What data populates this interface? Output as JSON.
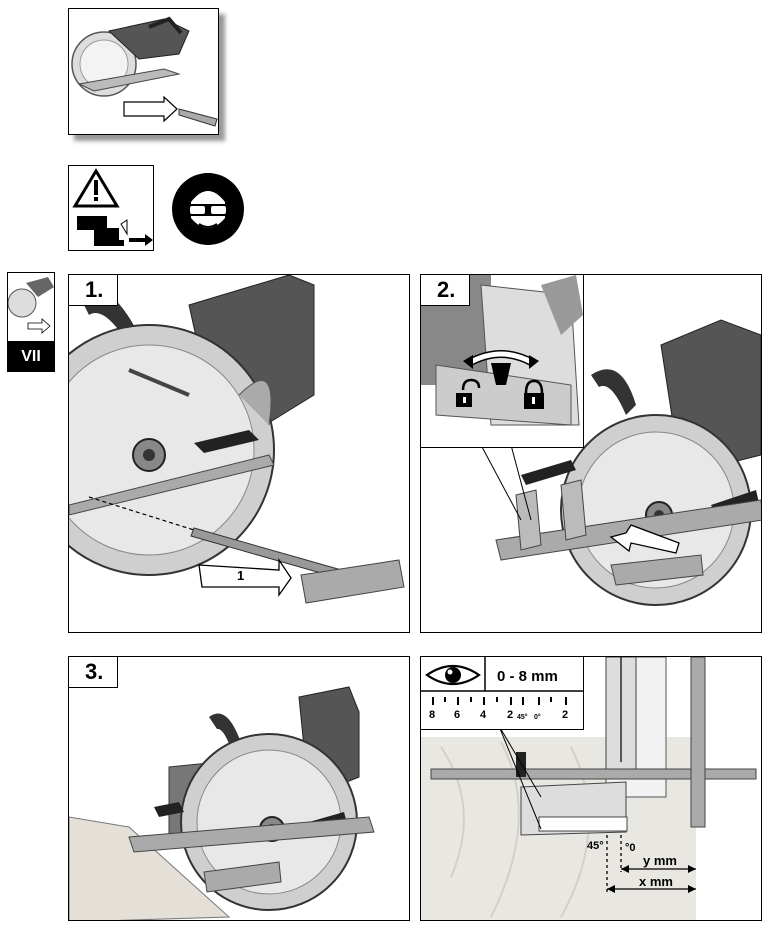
{
  "side_tab": {
    "label": "VII"
  },
  "steps": [
    {
      "number": "1."
    },
    {
      "number": "2."
    },
    {
      "number": "3."
    }
  ],
  "panel1": {
    "arrow_label": "1"
  },
  "panel4": {
    "range": "0 - 8 mm",
    "scale_ticks": [
      "8",
      "6",
      "4",
      "2",
      "45°",
      "0°",
      "2"
    ],
    "angle_left": "45°",
    "angle_right": "°0",
    "dim_y": "y mm",
    "dim_x": "x mm"
  },
  "symbols": {
    "warning": "warning-triangle-icon",
    "remove_battery": "remove-battery-icon",
    "eye_protection": "safety-goggles-icon",
    "eye": "eye-icon",
    "lock": "lock-icon",
    "unlock": "unlock-icon"
  }
}
